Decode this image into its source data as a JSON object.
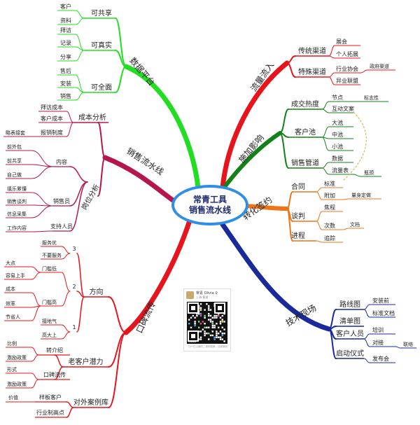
{
  "center": {
    "line1": "常青工具",
    "line2": "销售流水线"
  },
  "colors": {
    "data_platform": "#22dd22",
    "traffic": "#e8141b",
    "influence": "#14801a",
    "conversion": "#f07318",
    "tech": "#1a2a9a",
    "sales_line": "#b5174d",
    "word_of_mouth": "#e6141c",
    "center_ring": "#2f8fe8"
  },
  "branches": {
    "data_platform": {
      "title": "数据平台",
      "groups": [
        {
          "label": "可共享",
          "leaves": [
            "客户",
            "资料"
          ]
        },
        {
          "label": "可真实",
          "leaves": [
            "拜访",
            "记录",
            "分享"
          ]
        },
        {
          "label": "可全面",
          "leaves": [
            "售后",
            "安装",
            "销售"
          ]
        }
      ]
    },
    "traffic": {
      "title": "流量流入",
      "groups": [
        {
          "label": "传统渠道",
          "leaves": [
            "展会",
            "个人拓展"
          ]
        },
        {
          "label": "特殊渠道",
          "leaves": [
            "行业协会",
            "异业联盟"
          ],
          "extra": "政府渠道"
        }
      ]
    },
    "influence": {
      "title": "施加影响",
      "groups": [
        {
          "label": "成交热度",
          "leaves": [
            "节点",
            "互动文案"
          ],
          "extra": "标志性"
        },
        {
          "label": "客户池",
          "leaves": [
            "大池",
            "中池",
            "小池"
          ]
        },
        {
          "label": "销售管道",
          "leaves": [
            "数据",
            "流量表"
          ],
          "extra": "瓶颈"
        }
      ]
    },
    "conversion": {
      "title": "转化签约",
      "groups": [
        {
          "label": "合同",
          "leaves": [
            "标准",
            "附加"
          ],
          "extra": "量身定做"
        },
        {
          "label": "谈判",
          "leaves": [
            "焦程",
            "次数"
          ],
          "extra": "文档"
        },
        {
          "label": "进程",
          "leaves": [
            "追踪"
          ]
        }
      ]
    },
    "tech": {
      "title": "技术现场",
      "groups": [
        {
          "label": "路线图",
          "leaves": [
            "安装前",
            "标准文档"
          ]
        },
        {
          "label": "清单图",
          "leaves": []
        },
        {
          "label": "客户人员",
          "leaves": [
            "培训",
            "对接"
          ],
          "extra": "联络"
        },
        {
          "label": "启动仪式",
          "leaves": [
            "发布会"
          ]
        }
      ]
    },
    "sales_line": {
      "title": "销售流水线",
      "groups": [
        {
          "label": "成本分析",
          "leaves": [
            "拜访成本",
            "客户成本",
            "报销制度"
          ],
          "extra": "略表接套"
        },
        {
          "label": "岗位分析",
          "sub": [
            {
              "label": "内容",
              "leaves": [
                "前外包",
                "前共享",
                "自己做"
              ]
            },
            {
              "label": "销售员",
              "leaves": [
                "填乐累懂",
                "销售谈判",
                "信息采集"
              ]
            },
            {
              "label": "支持人员",
              "leaves": [
                "工作内容"
              ]
            }
          ]
        }
      ]
    },
    "word_of_mouth": {
      "title": "口碑流传",
      "groups": [
        {
          "label": "方向",
          "sub": [
            {
              "label": "3",
              "leaves": [
                "服务优",
                "不要服务"
              ]
            },
            {
              "label": "2",
              "leaves": [
                "门槛低",
                "门槛高"
              ],
              "far": [
                "大点",
                "容易上手",
                "成本",
                "效率",
                "节省人"
              ]
            },
            {
              "label": "1",
              "leaves": [
                "接地气",
                "高大上"
              ]
            }
          ]
        },
        {
          "label": "老客户潜力",
          "sub": [
            {
              "label": "转介绍",
              "leaves": [
                "比例",
                "激励政策"
              ]
            },
            {
              "label": "口碑流传",
              "leaves": [
                "形式",
                "激励政策"
              ]
            }
          ]
        },
        {
          "label": "对外案例库",
          "sub": [
            {
              "label": "样板客户",
              "leaves": [
                "价值"
              ]
            },
            {
              "label": "行业制高点",
              "leaves": []
            }
          ]
        }
      ]
    }
  },
  "qr": {
    "name": "常青 Olivia ♀",
    "sub": "上海·黄浦",
    "foot": "扫一扫上面的二维码图案，加我微信"
  }
}
